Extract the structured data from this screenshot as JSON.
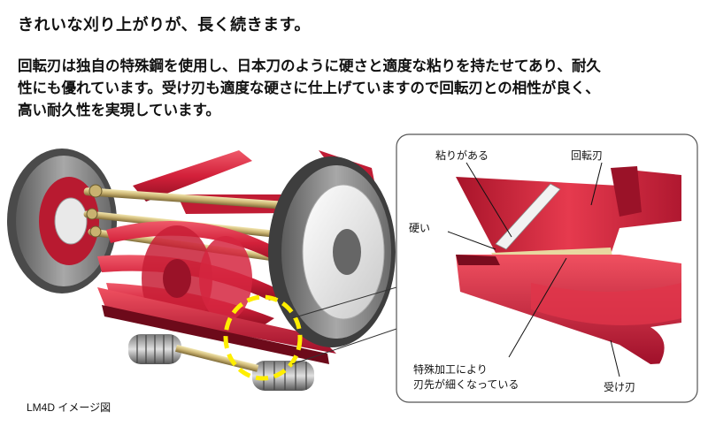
{
  "heading": "きれいな刈り上がりが、長く続きます。",
  "body_lines": [
    "回転刃は独自の特殊鋼を使用し、日本刀のように硬さと適度な粘りを持たせてあり、耐久",
    "性にも優れています。受け刃も適度な硬さに仕上げていますので回転刃との相性が良く、",
    "高い耐久性を実現しています。"
  ],
  "figure": {
    "caption": "LM4D イメージ図",
    "callouts": {
      "tenacity": "粘りがある",
      "rotary_blade": "回転刃",
      "hard": "硬い",
      "special_process_1": "特殊加工により",
      "special_process_2": "刃先が細くなっている",
      "bed_knife": "受け刃"
    }
  },
  "colors": {
    "blade_red": "#d3203a",
    "dark_red": "#8e0f22",
    "highlight_yellow": "#ffee00",
    "tire_gray": "#8c8c8c"
  }
}
